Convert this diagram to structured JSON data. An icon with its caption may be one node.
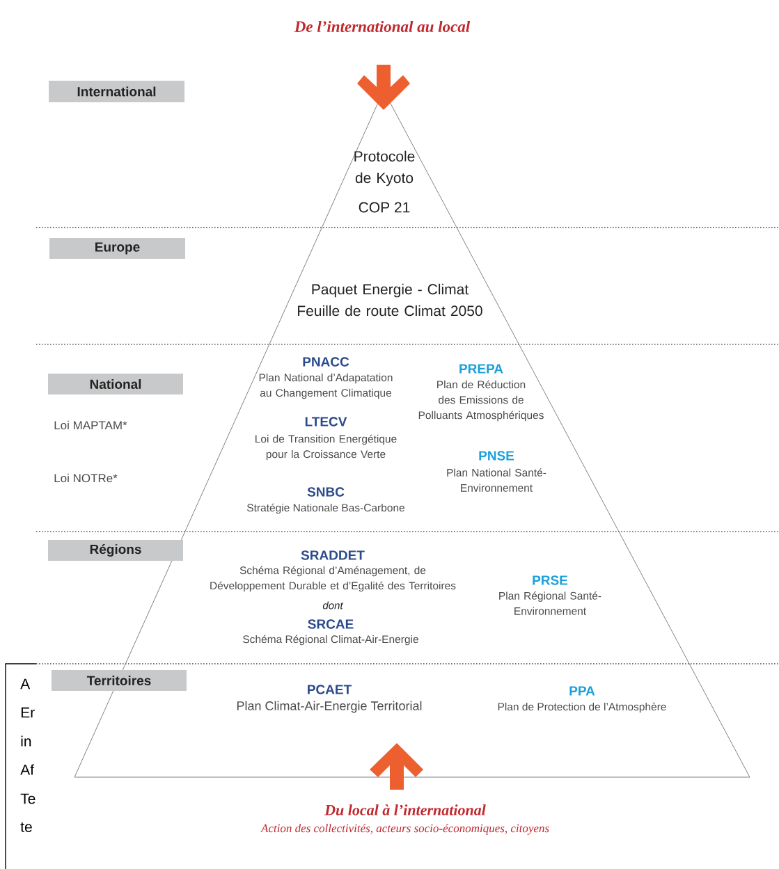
{
  "diagram": {
    "title": "De l’international au local",
    "caption": "Du local à l’international",
    "nodes": [
      {
        "text": [
          "International"
        ]
      },
      {
        "text": [
          "Europe"
        ]
      },
      {
        "text": [
          "National"
        ]
      },
      {
        "text": [
          "Régions"
        ]
      },
      {
        "text": [
          "Territoires"
        ]
      }
    ],
    "labels": [
      "Loi MAPTAM*",
      "Loi NOTRe*",
      "Protocole de Kyoto",
      "COP 21",
      "Paquet Energie - Climat Feuille de route Climat 2050",
      "PNACC",
      "Plan National d’Adapatation au Changement Climatique",
      "PREPA",
      "Plan de Réduction des Emissions de Polluants Atmosphériques",
      "LTECV",
      "Loi de Transition Energétique pour la Croissance Verte",
      "PNSE",
      "Plan National Santé-Environnement",
      "SNBC",
      "Stratégie Nationale Bas-Carbone",
      "SRADDET",
      "Schéma Régional d’Aménagement, de Développement Durable et d’Egalité des Territoires",
      "dont",
      "SRCAE",
      "Schéma Régional Climat-Air-Energie",
      "PRSE",
      "Plan Régional Santé-Environnement",
      "PCAET",
      "Plan Climat-Air-Energie Territorial",
      "PPA",
      "Plan de Protection de l’Atmosphère",
      "Action des collectivités, acteurs socio-économiques, citoyens",
      "A",
      "Er",
      "in",
      "Af",
      "Te",
      "te"
    ]
  }
}
